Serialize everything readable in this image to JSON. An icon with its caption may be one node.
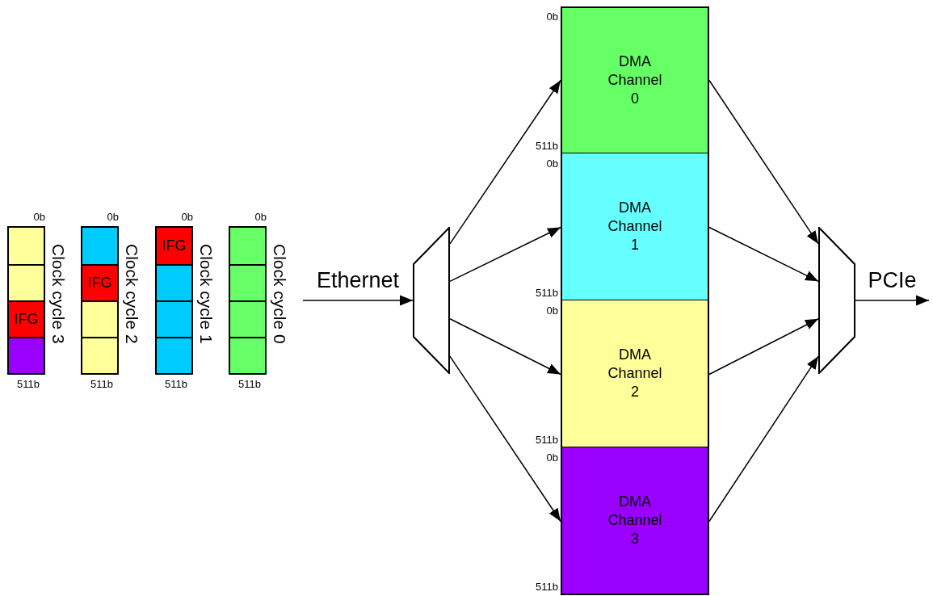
{
  "diagram": {
    "nodes": [
      {
        "text": [
          "Clock cycle 3"
        ],
        "beside": [
          "0b",
          "511b"
        ]
      },
      {
        "text": [],
        "shape": "box",
        "in": 0
      },
      {
        "text": [],
        "shape": "box",
        "in": 0
      },
      {
        "text": [
          "IFG"
        ],
        "in": 0
      },
      {
        "text": [],
        "shape": "box",
        "in": 0
      },
      {
        "text": [
          "Clock cycle 2"
        ],
        "beside": [
          "0b",
          "511b"
        ]
      },
      {
        "text": [],
        "shape": "box",
        "in": 5
      },
      {
        "text": [
          "IFG"
        ],
        "in": 5
      },
      {
        "text": [],
        "shape": "box",
        "in": 5
      },
      {
        "text": [],
        "shape": "box",
        "in": 5
      },
      {
        "text": [
          "Clock cycle 1"
        ],
        "beside": [
          "0b",
          "511b"
        ]
      },
      {
        "text": [
          "IFG"
        ],
        "in": 10
      },
      {
        "text": [],
        "shape": "box",
        "in": 10
      },
      {
        "text": [],
        "shape": "box",
        "in": 10
      },
      {
        "text": [],
        "shape": "box",
        "in": 10
      },
      {
        "text": [
          "Clock cycle 0"
        ],
        "beside": [
          "0b",
          "511b"
        ]
      },
      {
        "text": [],
        "shape": "box",
        "in": 15
      },
      {
        "text": [],
        "shape": "box",
        "in": 15
      },
      {
        "text": [],
        "shape": "box",
        "in": 15
      },
      {
        "text": [],
        "shape": "box",
        "in": 15
      },
      {
        "text": [],
        "shape": "trapezoid"
      },
      {
        "text": [
          "DMA Channel 0"
        ],
        "beside": [
          "0b",
          "511b"
        ]
      },
      {
        "text": [
          "DMA Channel 1"
        ],
        "beside": [
          "0b",
          "511b"
        ]
      },
      {
        "text": [
          "DMA Channel 2"
        ],
        "beside": [
          "0b",
          "511b"
        ]
      },
      {
        "text": [
          "DMA Channel 3"
        ],
        "beside": [
          "0b",
          "511b"
        ]
      },
      {
        "text": [],
        "shape": "trapezoid"
      }
    ],
    "edges": [
      {
        "from": null,
        "to": 20,
        "arrow": "to",
        "label": "Ethernet"
      },
      {
        "from": 20,
        "to": 21,
        "arrow": "to"
      },
      {
        "from": 20,
        "to": 22,
        "arrow": "to"
      },
      {
        "from": 20,
        "to": 23,
        "arrow": "to"
      },
      {
        "from": 20,
        "to": 24,
        "arrow": "to"
      },
      {
        "from": 21,
        "to": 25,
        "arrow": "to"
      },
      {
        "from": 22,
        "to": 25,
        "arrow": "to"
      },
      {
        "from": 23,
        "to": 25,
        "arrow": "to"
      },
      {
        "from": 24,
        "to": 25,
        "arrow": "to"
      },
      {
        "from": 25,
        "to": null,
        "arrow": "to",
        "label": "PCIe"
      }
    ]
  }
}
